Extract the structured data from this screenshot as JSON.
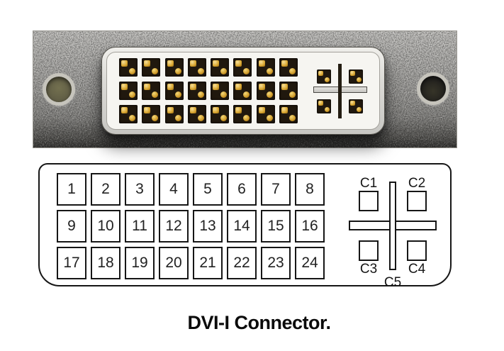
{
  "caption": "DVI-I Connector.",
  "diagram": {
    "pins": [
      "1",
      "2",
      "3",
      "4",
      "5",
      "6",
      "7",
      "8",
      "9",
      "10",
      "11",
      "12",
      "13",
      "14",
      "15",
      "16",
      "17",
      "18",
      "19",
      "20",
      "21",
      "22",
      "23",
      "24"
    ],
    "c_labels": [
      "C1",
      "C2",
      "C3",
      "C4",
      "C5"
    ]
  },
  "colors": {
    "diagram_line": "#161616",
    "gold_pin": "#d8a52f",
    "socket_dark": "#20180e",
    "metal_gray": "#a6a5a2",
    "insulator_white": "#f6f5f1"
  }
}
